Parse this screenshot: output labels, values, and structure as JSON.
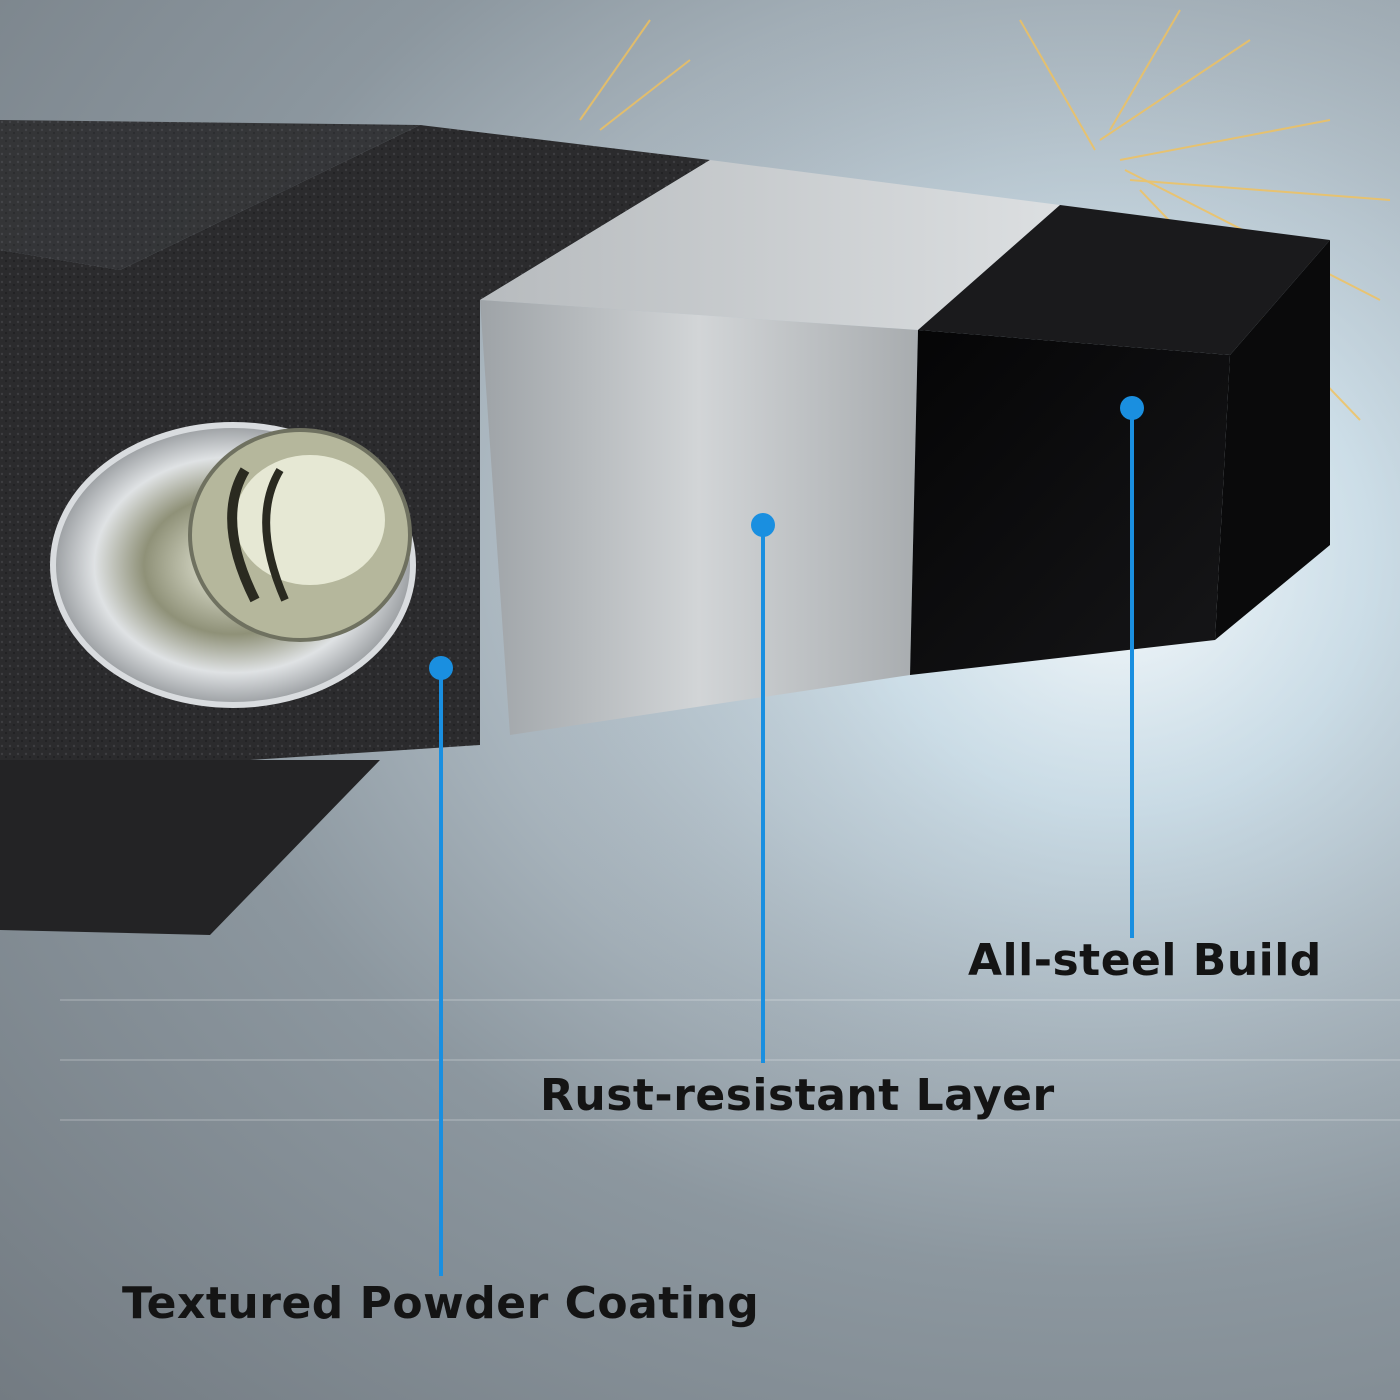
{
  "callouts": [
    {
      "id": "all-steel-build",
      "label": "All-steel Build",
      "color": "#1a8fe0"
    },
    {
      "id": "rust-resistant-layer",
      "label": "Rust-resistant Layer",
      "color": "#1a8fe0"
    },
    {
      "id": "textured-powder-coating",
      "label": "Textured Powder Coating",
      "color": "#1a8fe0"
    }
  ],
  "colors": {
    "accent": "#1a8fe0",
    "powder_coat": "#2a2a2c",
    "stainless": "#bfc3c6",
    "black_end": "#0d0d0e"
  }
}
